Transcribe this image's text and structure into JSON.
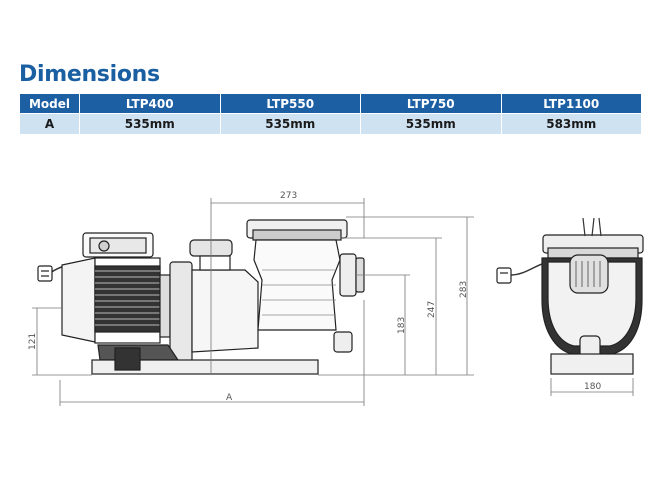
{
  "title": "Dimensions",
  "table": {
    "headers": [
      "Model",
      "LTP400",
      "LTP550",
      "LTP750",
      "LTP1100"
    ],
    "row": [
      "A",
      "535mm",
      "535mm",
      "535mm",
      "583mm"
    ]
  },
  "drawing": {
    "dim_273": "273",
    "dim_283": "283",
    "dim_247": "247",
    "dim_183": "183",
    "dim_121": "121",
    "dim_A": "A",
    "dim_180": "180"
  }
}
